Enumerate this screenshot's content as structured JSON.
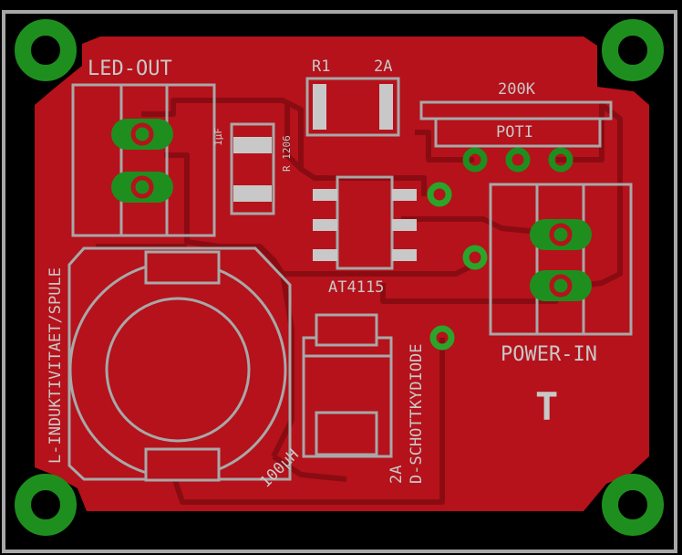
{
  "colors": {
    "background": "#000000",
    "copper": "#b5121b",
    "copper_trace": "#8a0c12",
    "silkscreen": "#c8c8c8",
    "via_ring": "#2aa52a",
    "pad_ring": "#1e8f1e",
    "outline": "#a8a8a8"
  },
  "labels": {
    "led_out": "LED-OUT",
    "r1": "R1",
    "r1_value": "2A",
    "poti_value": "200K",
    "poti": "POTI",
    "cap_value": "1µF",
    "cap_package": "R 1206",
    "ic": "AT4115",
    "inductor": "L-INDUKTIVITAET/SPULE",
    "inductor_value": "100µH",
    "diode": "D-SCHOTTKYDIODE",
    "diode_value": "2A",
    "power_in": "POWER-IN",
    "marker": "T"
  }
}
